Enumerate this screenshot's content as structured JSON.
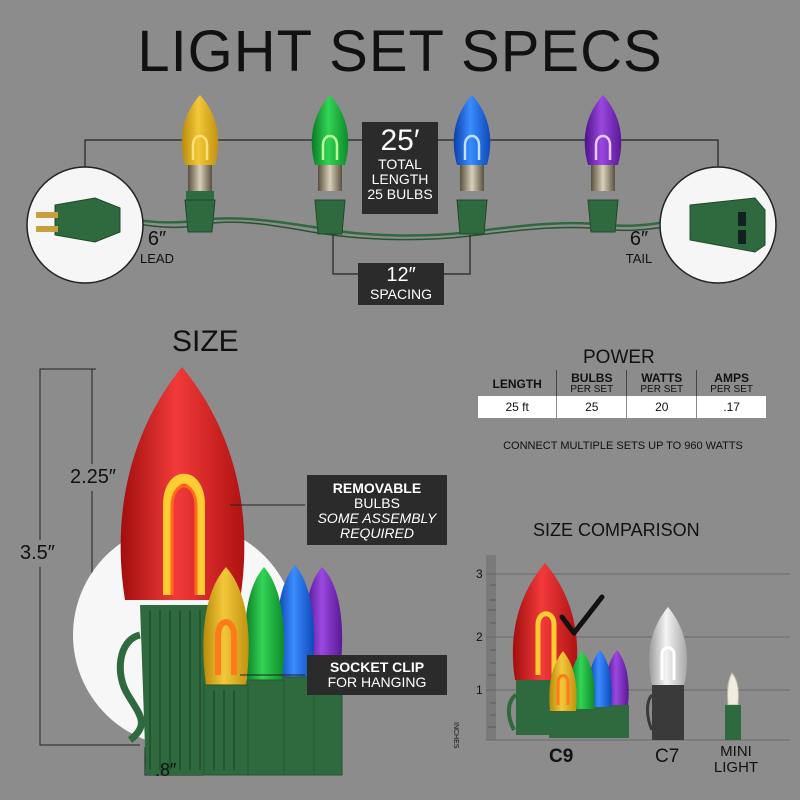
{
  "title": "LIGHT SET SPECS",
  "length_box": {
    "value": "25′",
    "line1": "TOTAL",
    "line2": "LENGTH",
    "line3": "25 BULBS"
  },
  "lead": {
    "value": "6″",
    "label": "LEAD"
  },
  "tail": {
    "value": "6″",
    "label": "TAIL"
  },
  "spacing_box": {
    "value": "12″",
    "label": "SPACING"
  },
  "size_title": "SIZE",
  "dims": {
    "bulb_height": "2.25″",
    "total_height": "3.5″",
    "base_width": ".8″"
  },
  "callouts": {
    "removable": {
      "line1": "REMOVABLE",
      "line2": "BULBS",
      "line3": "SOME ASSEMBLY",
      "line4": "REQUIRED"
    },
    "clip": {
      "line1": "SOCKET CLIP",
      "line2": "FOR HANGING"
    }
  },
  "power": {
    "title": "POWER",
    "headers": [
      {
        "main": "LENGTH",
        "sub": ""
      },
      {
        "main": "BULBS",
        "sub": "PER SET"
      },
      {
        "main": "WATTS",
        "sub": "PER SET"
      },
      {
        "main": "AMPS",
        "sub": "PER SET"
      }
    ],
    "row": [
      "25 ft",
      "25",
      "20",
      ".17"
    ],
    "note": "CONNECT MULTIPLE SETS UP TO 960 WATTS"
  },
  "comparison": {
    "title": "SIZE COMPARISON",
    "ticks": [
      "3",
      "2",
      "1"
    ],
    "units": "INCHES",
    "c9": "C9",
    "c7": "C7",
    "mini_line1": "MINI",
    "mini_line2": "LIGHT"
  },
  "colors": {
    "yellow": "#e8b31e",
    "green": "#1fb23a",
    "blue": "#1e6fe6",
    "purple": "#7a2bc4",
    "red": "#e01e1e",
    "socket": "#2f6a3e"
  }
}
